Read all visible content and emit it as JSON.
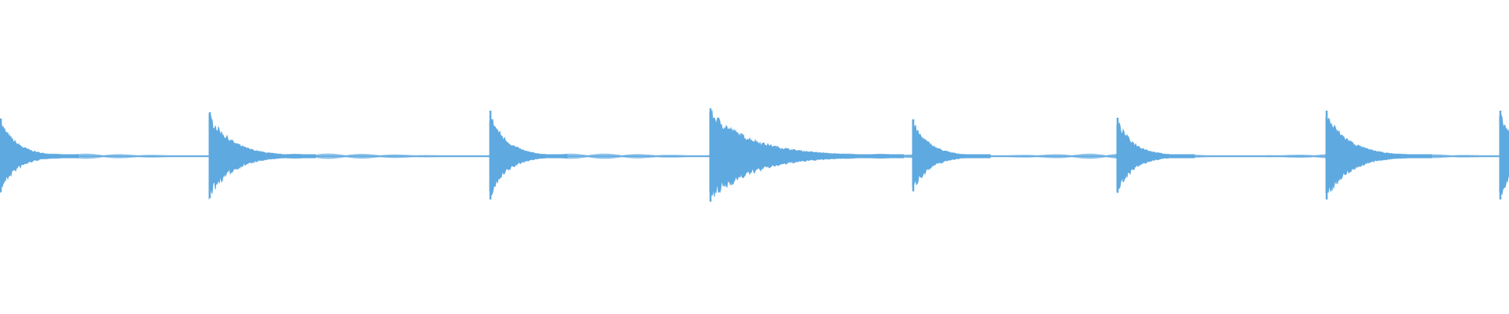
{
  "waveform": {
    "color": "#5ea9e0",
    "background": "#ffffff",
    "transients": [
      {
        "amplitude": 0.48,
        "decay": "short"
      },
      {
        "amplitude": 0.56,
        "decay": "medium"
      },
      {
        "amplitude": 0.58,
        "decay": "short"
      },
      {
        "amplitude": 0.61,
        "decay": "long"
      },
      {
        "amplitude": 0.47,
        "decay": "short"
      },
      {
        "amplitude": 0.49,
        "decay": "short"
      },
      {
        "amplitude": 0.58,
        "decay": "medium"
      },
      {
        "amplitude": 0.58,
        "decay": "short"
      }
    ]
  }
}
